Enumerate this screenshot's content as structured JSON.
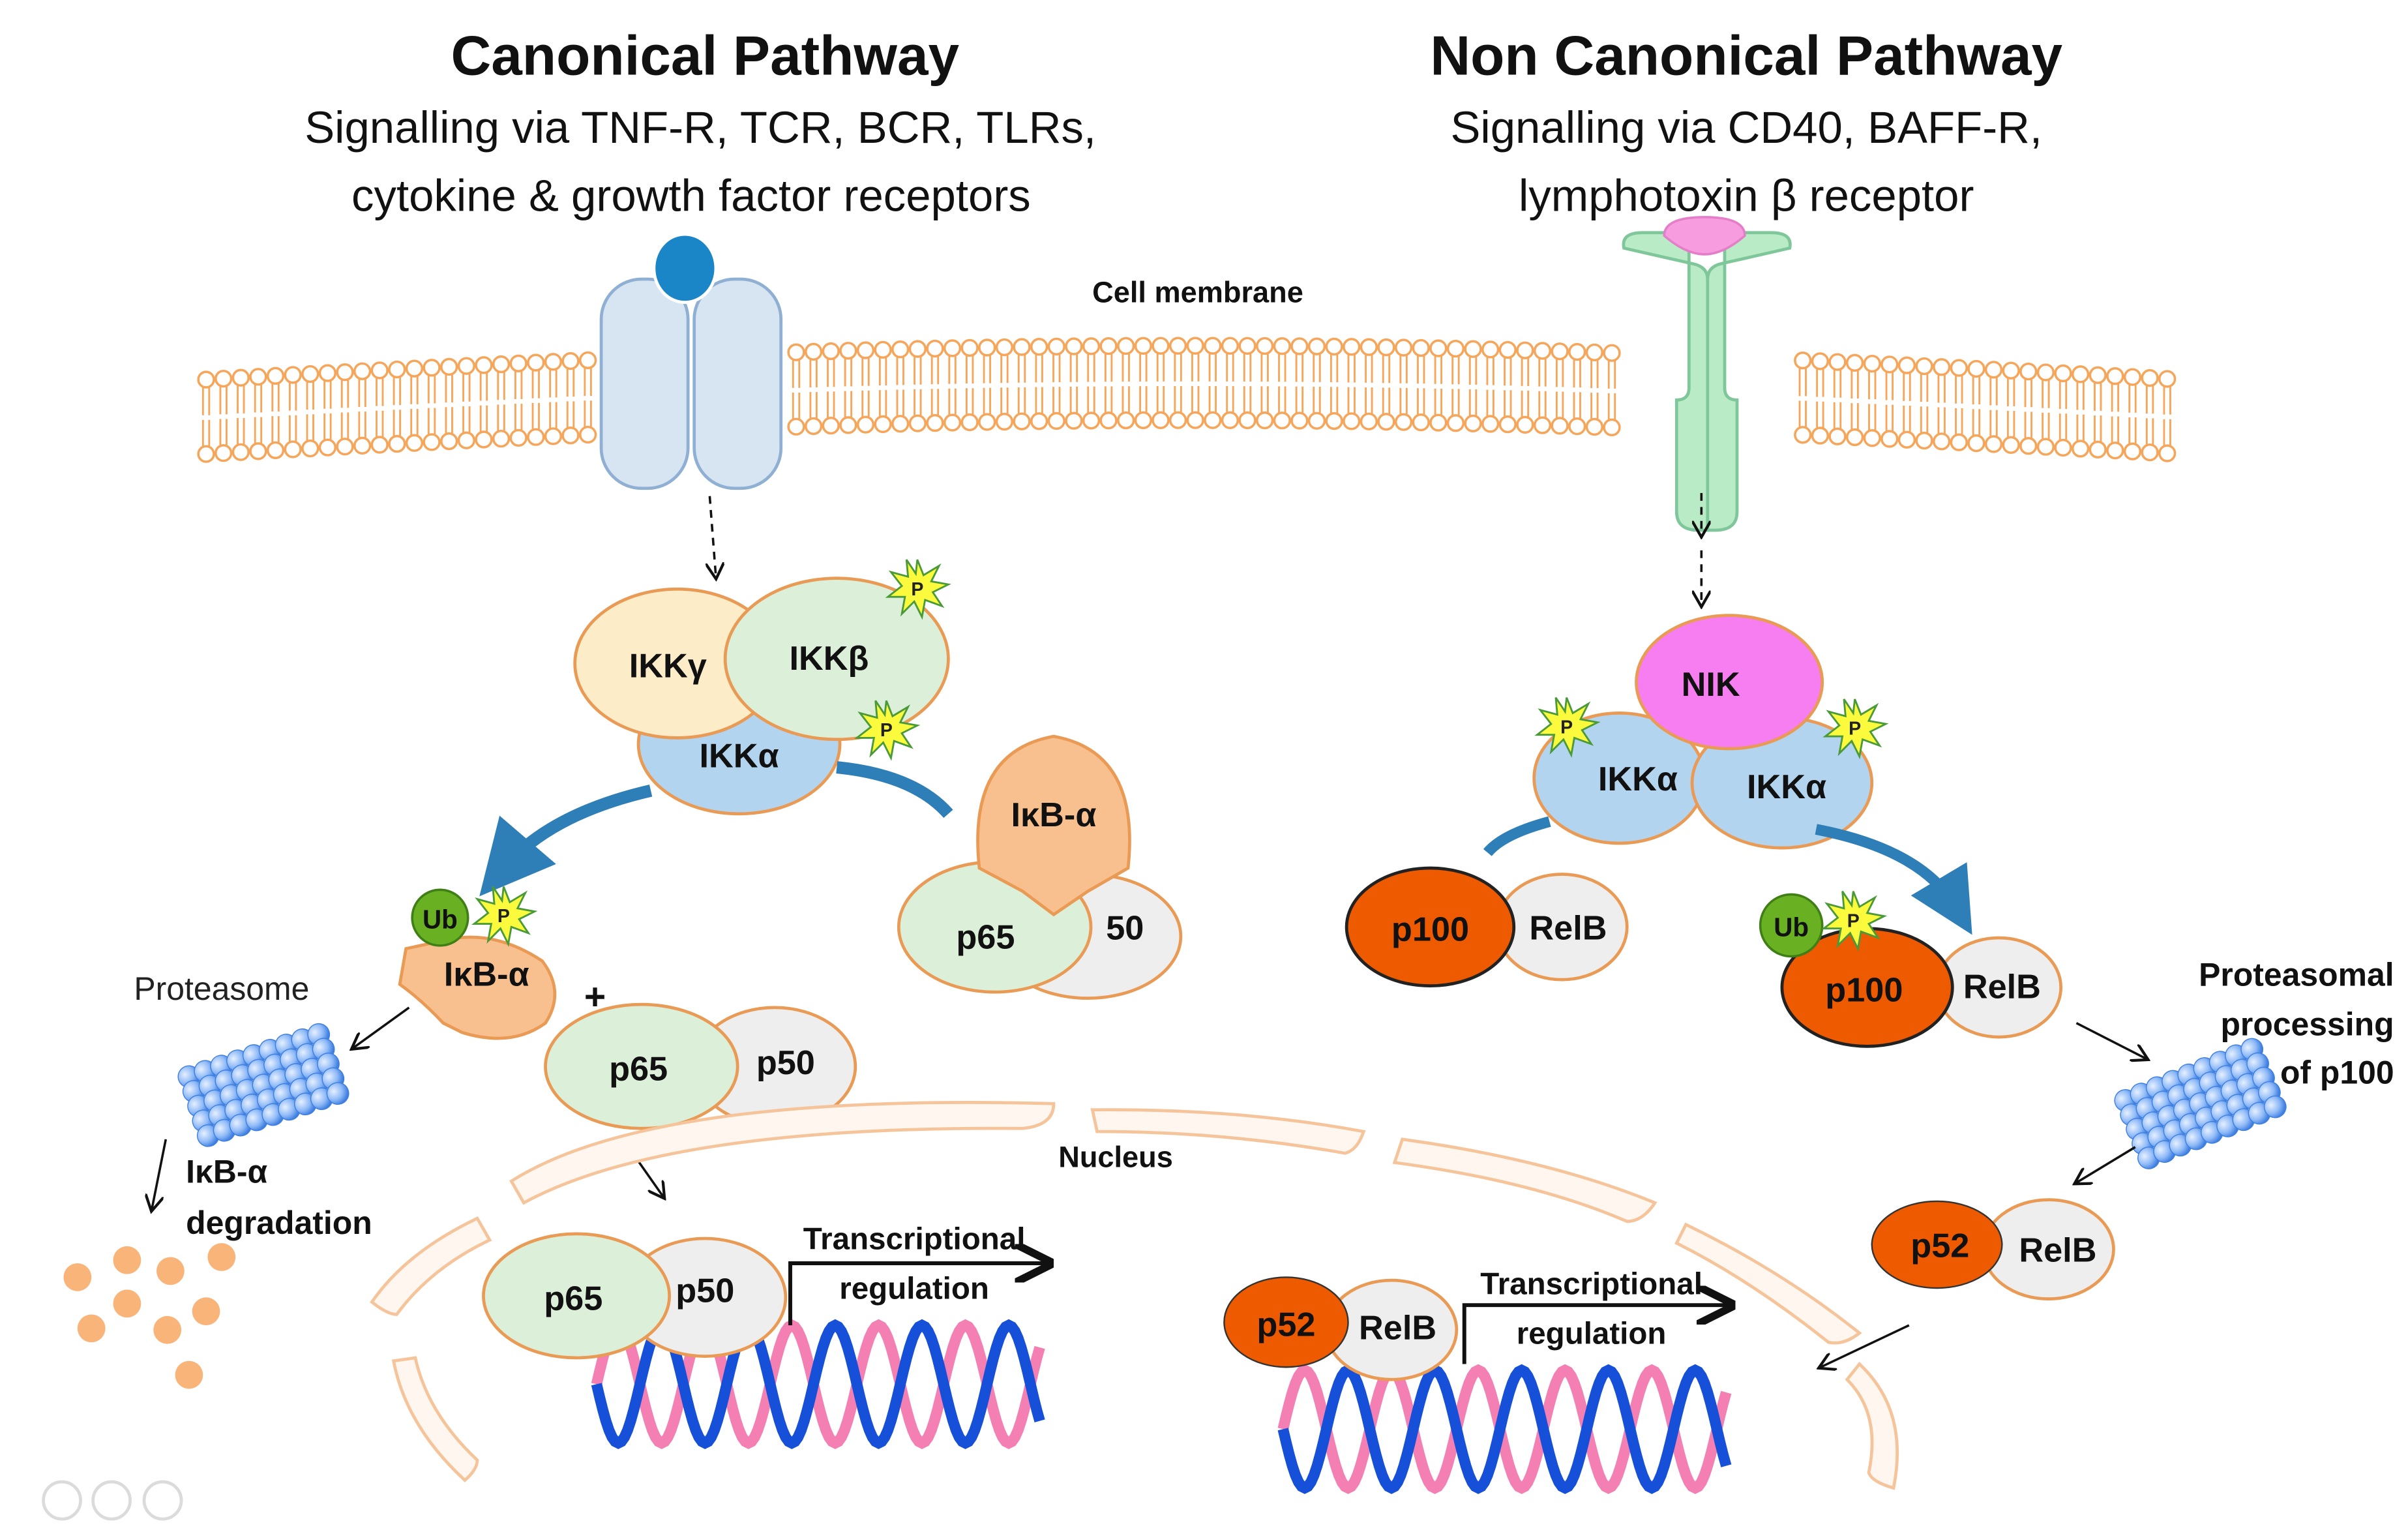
{
  "canonical": {
    "title": "Canonical Pathway",
    "subtitle_line1": "Signalling via TNF-R, TCR, BCR, TLRs,",
    "subtitle_line2": "cytokine & growth factor receptors"
  },
  "noncanonical": {
    "title": "Non Canonical Pathway",
    "subtitle_line1": "Signalling via CD40, BAFF-R,",
    "subtitle_line2": "lymphotoxin β receptor"
  },
  "labels": {
    "cell_membrane": "Cell membrane",
    "nucleus": "Nucleus",
    "ikk_gamma": "IKKγ",
    "ikk_beta": "IKKβ",
    "ikk_alpha": "IKKα",
    "ikb_alpha": "IκB-α",
    "p65": "p65",
    "p50": "p50",
    "p50_partial": "50",
    "ub": "Ub",
    "phospho": "P",
    "proteasome": "Proteasome",
    "ikb_degradation_line1": "IκB-α",
    "ikb_degradation_line2": "degradation",
    "plus": "+",
    "transcriptional_line1": "Transcriptional",
    "transcriptional_line2": "regulation",
    "nik": "NIK",
    "p100": "p100",
    "relb": "RelB",
    "p52": "p52",
    "proteasomal_line1": "Proteasomal",
    "proteasomal_line2": "processing",
    "proteasomal_line3": "of p100"
  },
  "colors": {
    "membrane": "#f5a65b",
    "ikk_gamma": "#fdecc8",
    "ikk_beta": "#dcefd8",
    "ikk_alpha": "#b3d4ef",
    "ikb": "#f9c08f",
    "p65": "#dcefd8",
    "p50": "#eeeeee",
    "ub": "#6ab023",
    "phospho": "#fbfa3c",
    "nik": "#f77ef0",
    "p100": "#ee5a00",
    "arrow_blue": "#2e7eb8",
    "dna_blue": "#1750d8",
    "dna_pink": "#f47fb3",
    "proteasome": "#5b9bf5"
  },
  "icons": [
    "receptor-canonical-icon",
    "receptor-noncanonical-icon",
    "proteasome-icon",
    "dna-icon",
    "phosphate-burst-icon"
  ]
}
